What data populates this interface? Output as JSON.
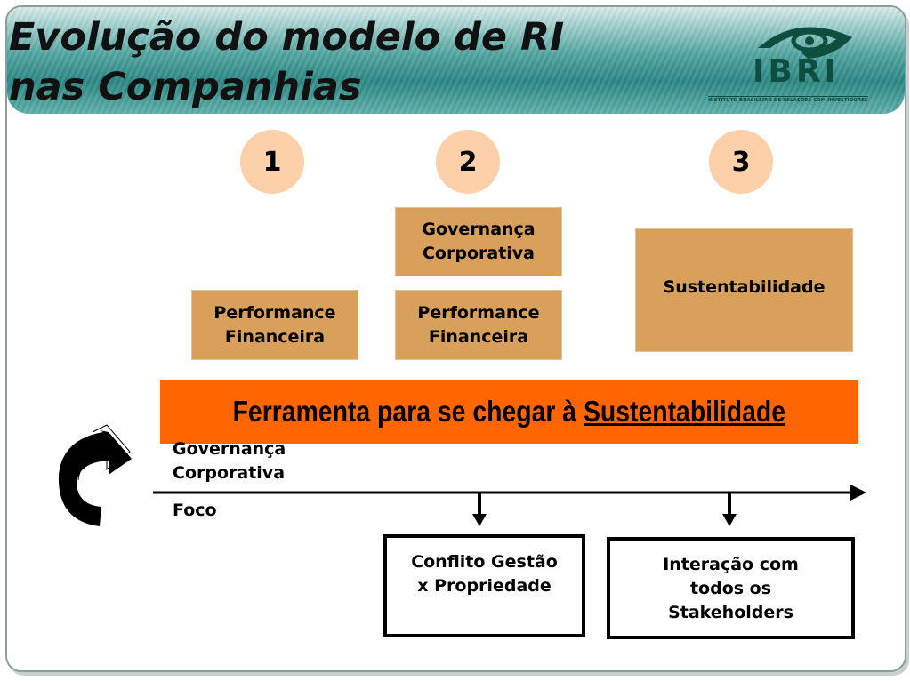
{
  "title": {
    "line1": "Evolução do modelo de RI",
    "line2": "nas Companhias"
  },
  "logo": {
    "name": "IBRI",
    "subtitle": "INSTITUTO BRASILEIRO DE RELAÇÕES COM INVESTIDORES",
    "icon": "eye-logo-icon"
  },
  "stages": [
    {
      "number": "1"
    },
    {
      "number": "2"
    },
    {
      "number": "3"
    }
  ],
  "boxes": {
    "stage1_performance": {
      "line1": "Performance",
      "line2": "Financeira"
    },
    "stage2_governance": {
      "line1": "Governança",
      "line2": "Corporativa"
    },
    "stage2_performance": {
      "line1": "Performance",
      "line2": "Financeira"
    },
    "stage3_sustainability": "Sustentabilidade"
  },
  "banner": {
    "prefix": "Ferramenta para se chegar à ",
    "emphasis": "Sustentabilidade"
  },
  "axis": {
    "top_label_line1": "Governança",
    "top_label_line2": "Corporativa",
    "bottom_label": "Foco"
  },
  "outcomes": {
    "conflict": {
      "line1": "Conflito Gestão",
      "line2": "x Propriedade"
    },
    "interaction": {
      "line1": "Interação com",
      "line2": "todos os",
      "line3": "Stakeholders"
    }
  },
  "colors": {
    "header_teal": "#2b8783",
    "circle_fill": "#fcd0a9",
    "box_fill": "#d9a05b",
    "banner_orange": "#ff6600",
    "logo_green": "#0e4e3e"
  },
  "icons": [
    "eye-logo-icon",
    "curved-arrow-icon",
    "timeline-arrow-icon",
    "down-arrow-icon"
  ]
}
